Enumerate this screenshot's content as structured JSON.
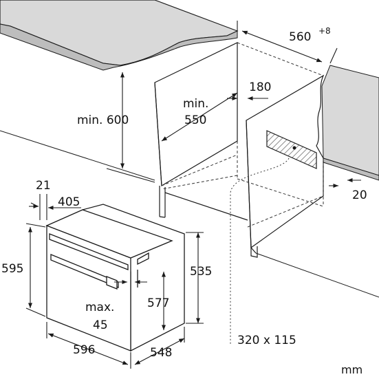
{
  "diagram": {
    "unit": "mm",
    "labels": {
      "niche_width": "560",
      "niche_width_tol": "+8",
      "min_height": "min. 600",
      "min_depth_line1": "min.",
      "min_depth_line2": "550",
      "top_gap": "180",
      "side_gap": "20",
      "opening": "320 x 115",
      "door_gap": "21",
      "body_offset": "405",
      "height_total": "595",
      "height_body": "535",
      "height_inner": "577",
      "max_line1": "max.",
      "max_line2": "45",
      "width": "596",
      "depth": "548"
    },
    "colors": {
      "line": "#1a1a1a",
      "countertop": "#d9d9d9",
      "hatch": "#555555",
      "dashed": "#333333"
    }
  }
}
